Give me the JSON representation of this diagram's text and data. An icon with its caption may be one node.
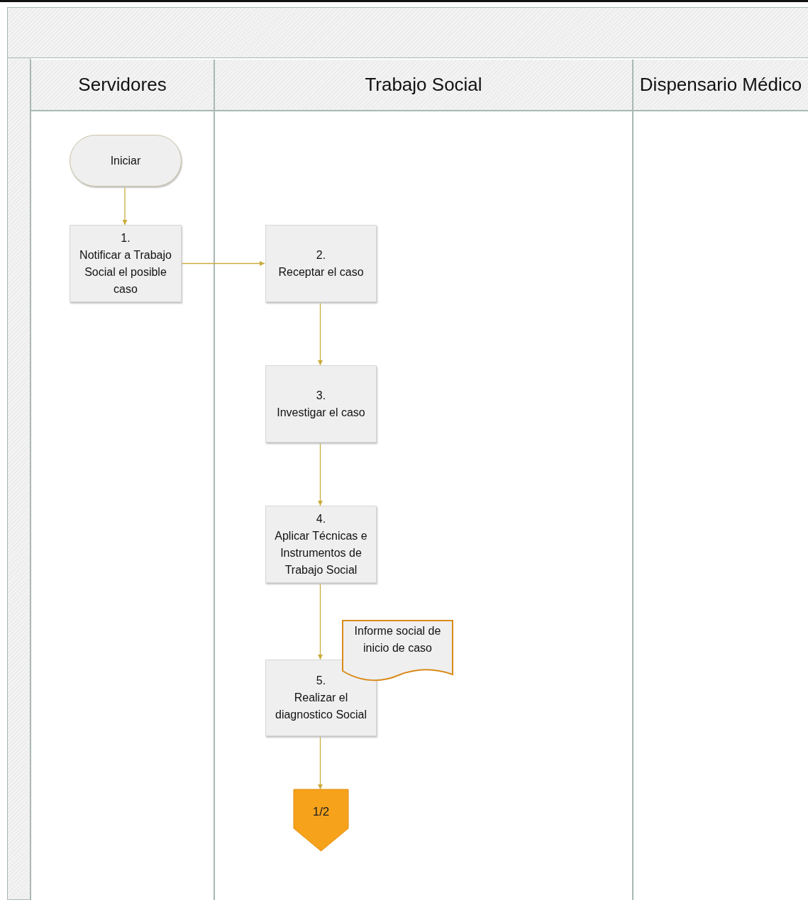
{
  "diagram": {
    "nodes": [
      {
        "text": [
          "Servidores"
        ]
      },
      {
        "text": [
          "Trabajo Social"
        ]
      },
      {
        "text": [
          "Dispensario Médico"
        ]
      },
      {
        "text": [
          "Iniciar"
        ],
        "in": 0
      },
      {
        "text": [
          "1.",
          "Notificar a Trabajo Social el posible caso"
        ],
        "in": 0
      },
      {
        "text": [
          "2.",
          "Receptar el caso"
        ],
        "in": 1
      },
      {
        "text": [
          "3.",
          "Investigar el caso"
        ],
        "in": 1
      },
      {
        "text": [
          "4.",
          "Aplicar Técnicas e Instrumentos de Trabajo Social"
        ],
        "in": 1
      },
      {
        "text": [
          "Informe social de inicio de caso"
        ],
        "in": 1
      },
      {
        "text": [
          "5.",
          "Realizar el diagnostico Social"
        ],
        "in": 1
      },
      {
        "text": [
          "1/2"
        ],
        "in": 1
      }
    ],
    "edges": [
      {
        "from": 3,
        "to": 4,
        "arrow": "to"
      },
      {
        "from": 4,
        "to": 5,
        "arrow": "to"
      },
      {
        "from": 5,
        "to": 6,
        "arrow": "to"
      },
      {
        "from": 6,
        "to": 7,
        "arrow": "to"
      },
      {
        "from": 7,
        "to": 9,
        "arrow": "to"
      },
      {
        "from": 9,
        "to": 10,
        "arrow": "to"
      }
    ]
  }
}
